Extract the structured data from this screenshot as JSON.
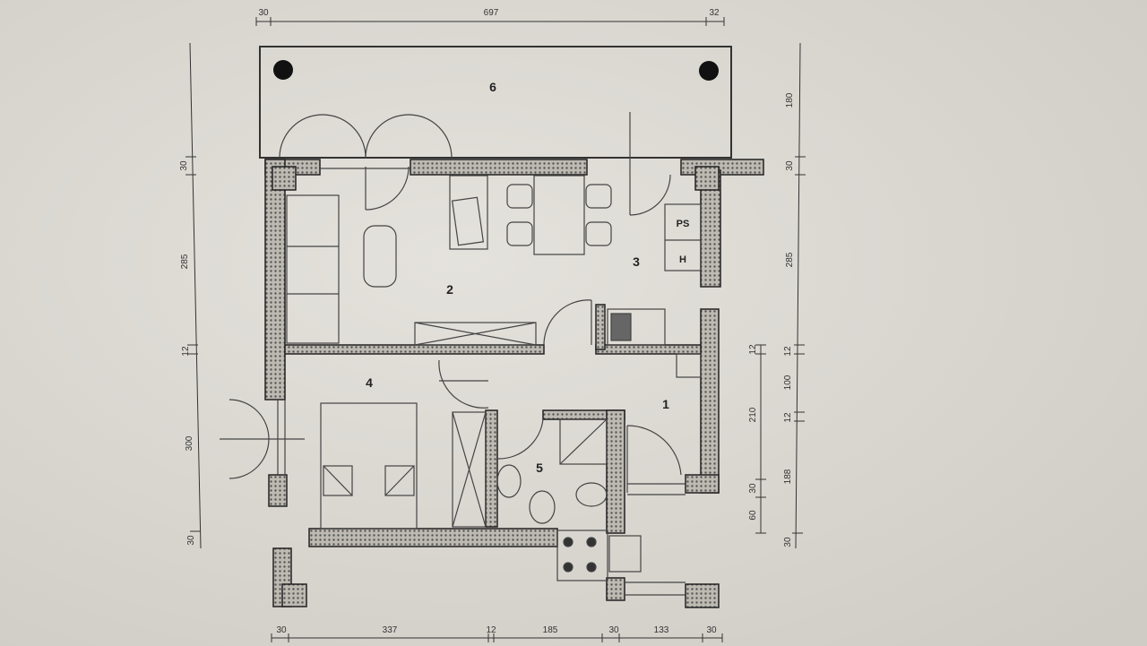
{
  "plan": {
    "rooms": [
      "1",
      "2",
      "3",
      "4",
      "5",
      "6"
    ],
    "fixtures": {
      "ps": "PS",
      "h": "H"
    },
    "dims_top": [
      "30",
      "697",
      "32"
    ],
    "dims_bottom": [
      "30",
      "337",
      "12",
      "185",
      "30",
      "133",
      "30"
    ],
    "dims_left": [
      "30",
      "285",
      "12",
      "300",
      "30"
    ],
    "dims_right_outer": [
      "180",
      "30",
      "285",
      "12",
      "100",
      "12",
      "188",
      "30"
    ],
    "dims_right_inner": [
      "12",
      "210",
      "30",
      "60"
    ]
  },
  "colors": {
    "paper": "#d9d6cf",
    "ink": "#222222"
  }
}
